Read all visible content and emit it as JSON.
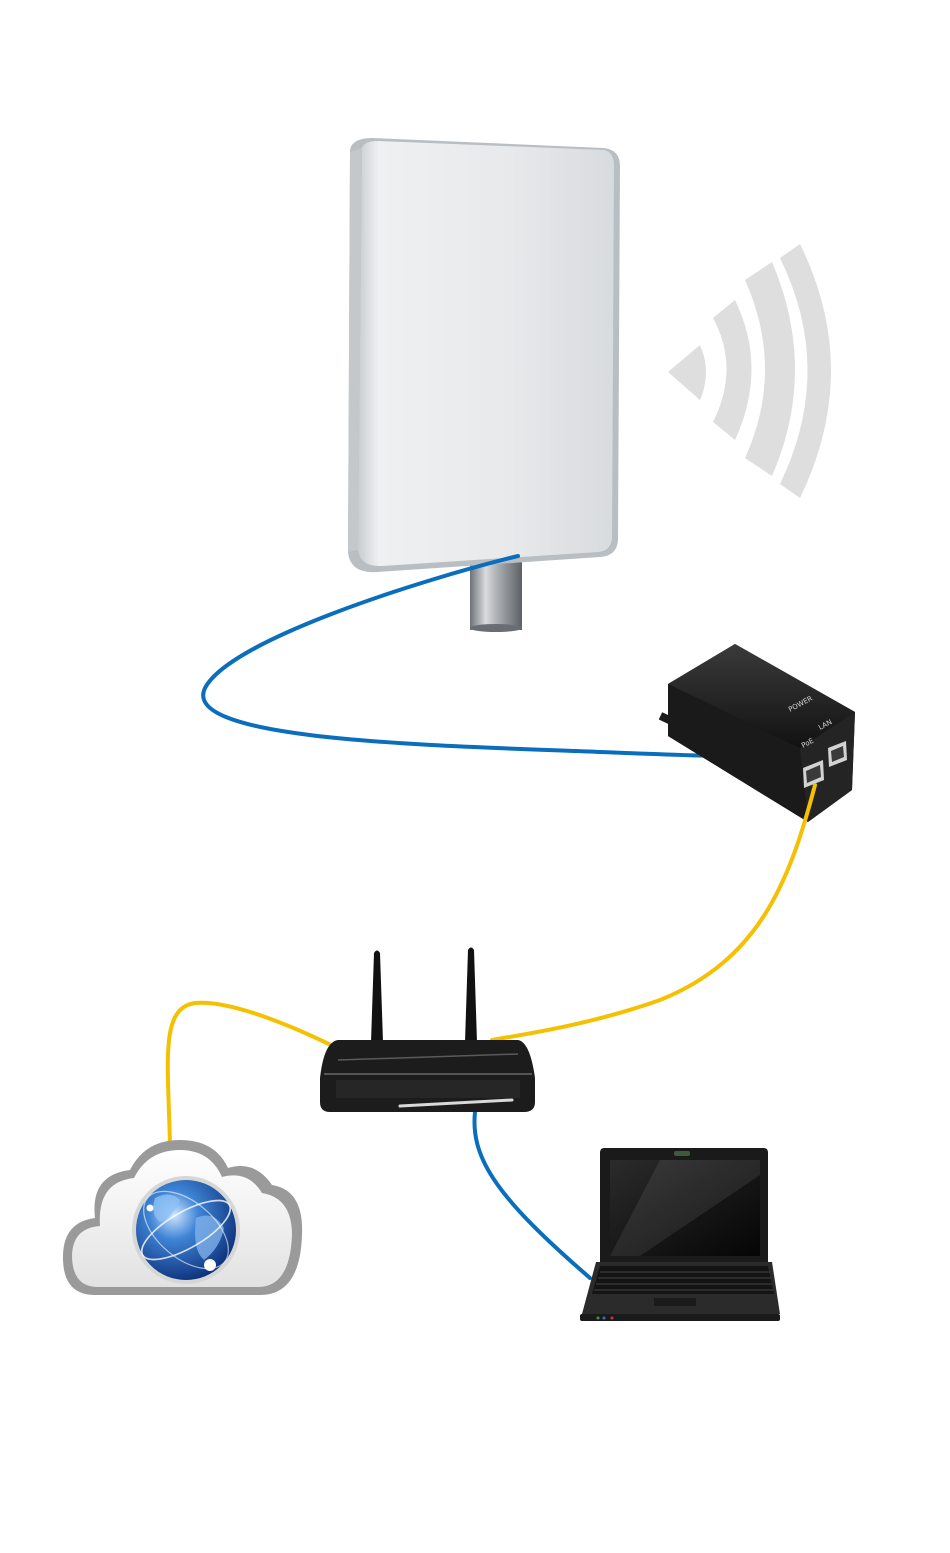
{
  "diagram": {
    "nodes": [
      {
        "id": "antenna",
        "kind": "outdoor panel antenna on pole"
      },
      {
        "id": "poe_injector",
        "kind": "PoE injector",
        "port_labels": [
          "POWER",
          "LAN",
          "PoE"
        ]
      },
      {
        "id": "router",
        "kind": "wireless router"
      },
      {
        "id": "internet",
        "kind": "internet cloud"
      },
      {
        "id": "laptop",
        "kind": "laptop"
      }
    ],
    "links": [
      {
        "from": "antenna",
        "to": "poe_injector",
        "cable_color": "#0a6ebd"
      },
      {
        "from": "poe_injector",
        "to": "router",
        "cable_color": "#f5c000"
      },
      {
        "from": "router",
        "to": "internet",
        "cable_color": "#f5c000"
      },
      {
        "from": "router",
        "to": "laptop",
        "cable_color": "#0a6ebd"
      }
    ],
    "icons": [
      "wifi-signal-icon",
      "globe-icon"
    ],
    "colors": {
      "ethernet_blue": "#0a6ebd",
      "ethernet_yellow": "#f5c000",
      "antenna_body": "#e9ecee",
      "signal_waves": "#dedede",
      "device_black": "#1c1c1c"
    }
  }
}
